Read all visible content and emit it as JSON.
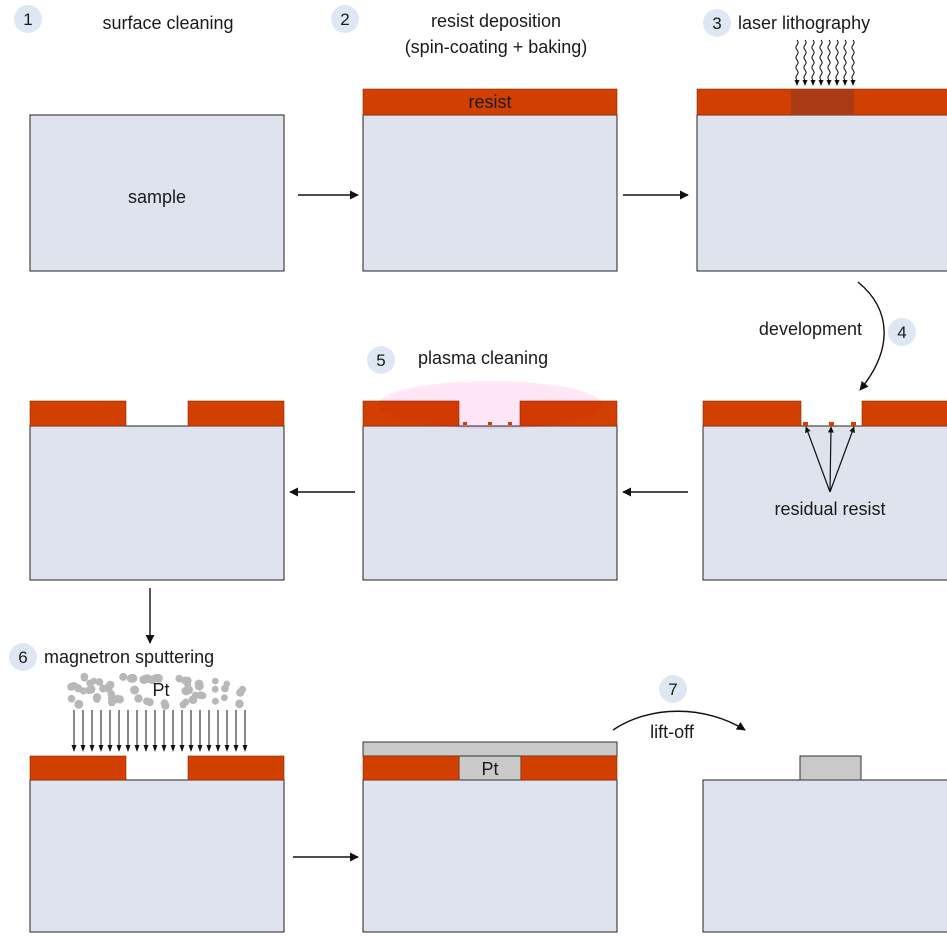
{
  "colors": {
    "substrate": "#dfe3ee",
    "resist": "#d14000",
    "exposed": "#a93c14",
    "metal": "#c9c9c9",
    "badge": "#dfe6f4",
    "plasma": "#ffd8f2",
    "particle": "#b8b8b8"
  },
  "steps": [
    {
      "num": "1",
      "title": "surface cleaning"
    },
    {
      "num": "2",
      "title": "resist deposition",
      "subtitle": "(spin-coating + baking)"
    },
    {
      "num": "3",
      "title": "laser lithography"
    },
    {
      "num": "4",
      "title": "development"
    },
    {
      "num": "5",
      "title": "plasma cleaning"
    },
    {
      "num": "6",
      "title": "magnetron sputtering"
    },
    {
      "num": "7",
      "title": "lift-off"
    }
  ],
  "labels": {
    "sample": "sample",
    "resist": "resist",
    "residual_resist": "residual resist",
    "pt_source": "Pt",
    "pt_layer": "Pt"
  }
}
